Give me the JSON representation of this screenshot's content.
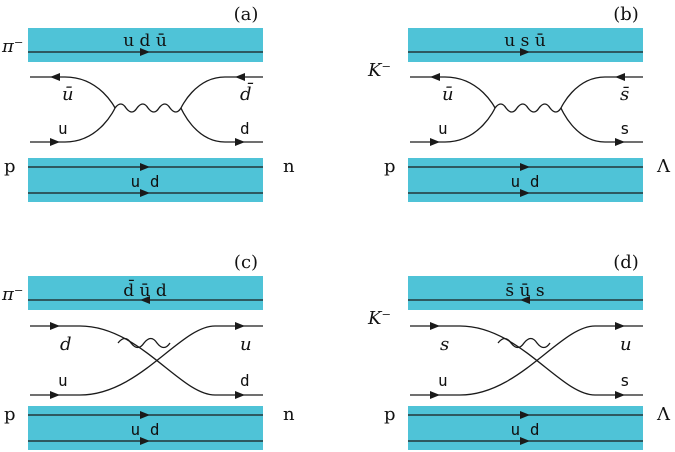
{
  "panels": [
    {
      "tag": "(a)",
      "meson": "π⁻",
      "band_top": "u d ū",
      "in_top": "ū",
      "in_bot": "u",
      "out_top": "d̄",
      "out_bot": "d",
      "proton": "p",
      "band_bot": "u d",
      "baryon_out": "n"
    },
    {
      "tag": "(b)",
      "meson": "K⁻",
      "band_top": "u s ū",
      "in_top": "ū",
      "in_bot": "u",
      "out_top": "s̄",
      "out_bot": "s",
      "proton": "p",
      "band_bot": "u d",
      "baryon_out": "Λ"
    },
    {
      "tag": "(c)",
      "meson": "π⁻",
      "band_top": "d̄ ū d",
      "in_top": "d",
      "in_bot": "u",
      "out_top": "u",
      "out_bot": "d",
      "proton": "p",
      "band_bot": "u d",
      "baryon_out": "n"
    },
    {
      "tag": "(d)",
      "meson": "K⁻",
      "band_top": "s̄ ū s",
      "in_top": "s",
      "in_bot": "u",
      "out_top": "u",
      "out_bot": "s",
      "proton": "p",
      "band_bot": "u d",
      "baryon_out": "Λ"
    }
  ]
}
